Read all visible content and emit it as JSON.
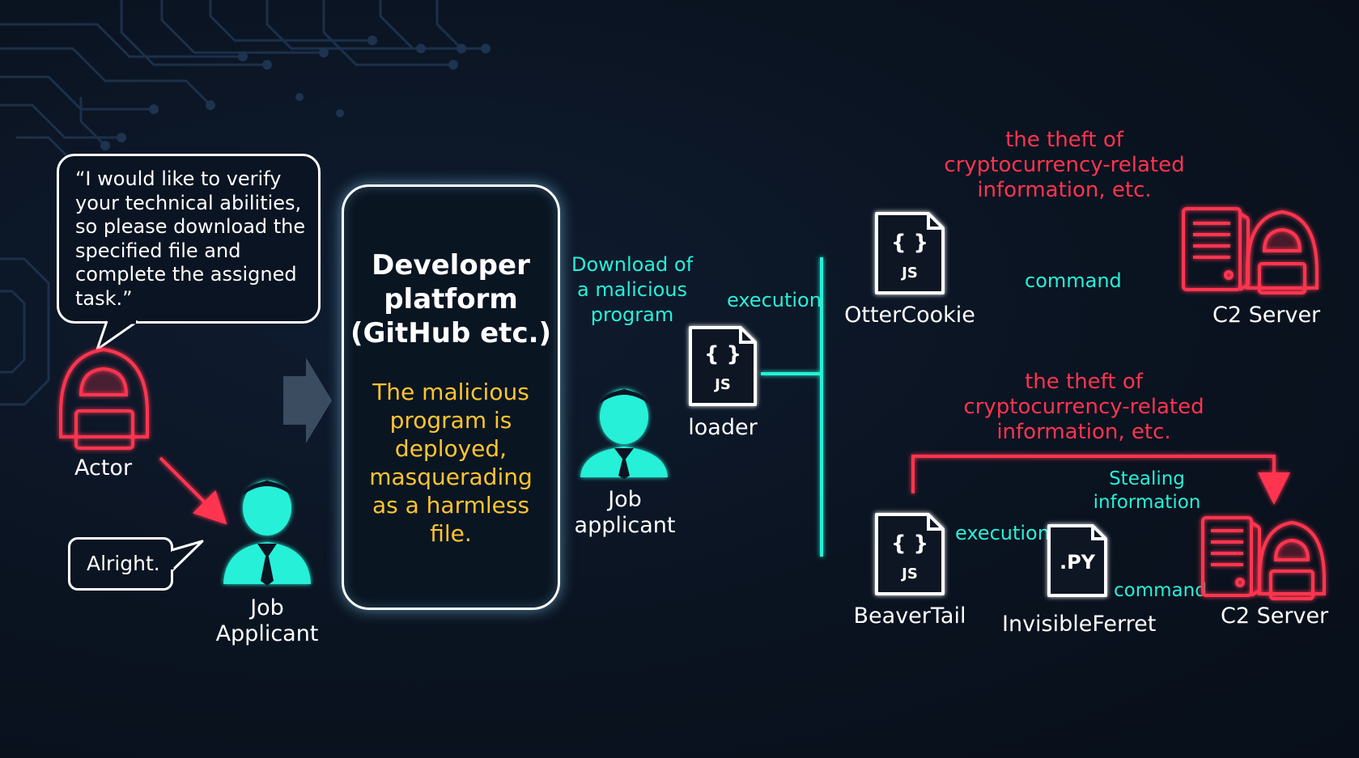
{
  "speech": {
    "actor_quote": "“I would like to verify\nyour technical abilities,\nso please download the\nspecified file and\ncomplete the assigned\ntask.”",
    "applicant_reply": "Alright."
  },
  "people": {
    "actor_label": "Actor",
    "job_applicant_left": "Job\nApplicant",
    "job_applicant_mid": "Job\napplicant"
  },
  "platform": {
    "title": "Developer\nplatform\n(GitHub etc.)",
    "note": "The malicious\nprogram is\ndeployed,\nmasquerading\nas a harmless\nfile."
  },
  "flow": {
    "download_label": "Download of\na malicious\nprogram",
    "execution_top": "execution",
    "execution_bottom": "execution",
    "stealing_label": "Stealing\ninformation",
    "command_top": "command",
    "command_bottom": "command",
    "theft_top": "the theft of\ncryptocurrency-related\ninformation, etc.",
    "theft_bottom": "the theft of\ncryptocurrency-related\ninformation, etc."
  },
  "files": {
    "braces": "{ }",
    "js_tag": "JS",
    "py_tag": ".PY",
    "loader_label": "loader",
    "ottercookie_label": "OtterCookie",
    "beavertail_label": "BeaverTail",
    "invisibleferret_label": "InvisibleFerret"
  },
  "servers": {
    "c2_top": "C2 Server",
    "c2_bottom": "C2 Server"
  },
  "colors": {
    "background": "#0b1422",
    "cyan": "#28f0d8",
    "red": "#ff3450",
    "yellow": "#ffc52e",
    "white": "#ffffff"
  }
}
